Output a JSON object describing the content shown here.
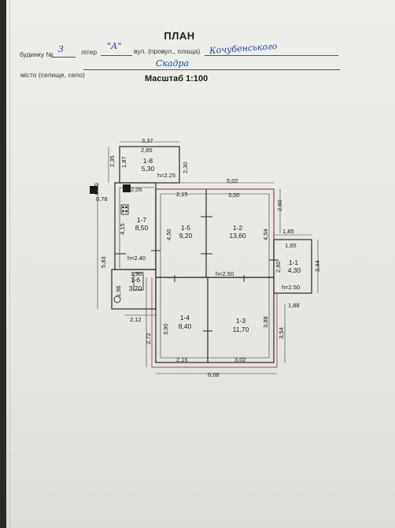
{
  "header": {
    "title": "ПЛАН",
    "house_label": "будинку №",
    "house_number": "3",
    "letter_label": "літер",
    "letter_value": "\"А\"",
    "street_label": "вул. (провул., площа)",
    "street_value": "Кочубенського",
    "city_label": "місто (селище, село)",
    "city_value": "Скадра",
    "scale": "Масштаб  1:100"
  },
  "rooms": [
    {
      "id": "1-8",
      "area": "5,30"
    },
    {
      "id": "1-7",
      "area": "8,50"
    },
    {
      "id": "1-6",
      "area": "3,70"
    },
    {
      "id": "1-5",
      "area": "9,20"
    },
    {
      "id": "1-2",
      "area": "13,60"
    },
    {
      "id": "1-1",
      "area": "4,30"
    },
    {
      "id": "1-4",
      "area": "8,40"
    },
    {
      "id": "1-3",
      "area": "11,70"
    }
  ],
  "heights": [
    "h=2.25",
    "h=2.40",
    "h=2.50",
    "h=2.50"
  ],
  "dims": {
    "top_3_37": "3,37",
    "top_2_85": "2,85",
    "left_2_35": "2,35",
    "left_1_87": "1,87",
    "right_2_30": "2,30",
    "d0_80": "0,80",
    "d0_78": "0,78",
    "d2_05": "2,05",
    "d2_15a": "2,15",
    "d5_02": "5,02",
    "d3_00": "3,00",
    "d2_60a": "2,60",
    "d4_15": "4,15",
    "d4_50": "4,50",
    "d4_54": "4,54",
    "d1_85": "1,85",
    "d1_65": "1,65",
    "d2_60b": "2,60",
    "d3_44": "3,44",
    "d5_83": "5,83",
    "d1_90": "1,90",
    "d1_96": "1,96",
    "d1_88": "1,88",
    "d2_12": "2,12",
    "d2_72": "2,72",
    "d3_90": "3,90",
    "d3_88": "3,88",
    "d3_54": "3,54",
    "d2_15b": "2,15",
    "d3_02": "3,02",
    "d6_08": "6,08"
  }
}
